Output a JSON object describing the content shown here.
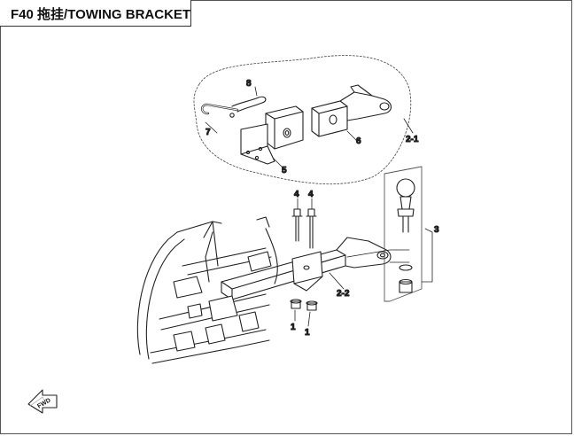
{
  "title": "F40 拖挂/TOWING BRACKET",
  "fwd_label": "FWD",
  "callouts": {
    "c1a": "1",
    "c1b": "1",
    "c2_1": "2-1",
    "c2_2": "2-2",
    "c3": "3",
    "c4a": "4",
    "c4b": "4",
    "c5": "5",
    "c6": "6",
    "c7": "7",
    "c8": "8"
  },
  "parts": [
    {
      "ref": "1",
      "icon": "flange-nut-icon"
    },
    {
      "ref": "2-1",
      "icon": "receiver-hitch-assembly-icon"
    },
    {
      "ref": "2-2",
      "icon": "tow-bar-icon"
    },
    {
      "ref": "3",
      "icon": "tow-ball-icon"
    },
    {
      "ref": "4",
      "icon": "flange-bolt-icon"
    },
    {
      "ref": "5",
      "icon": "receiver-bracket-icon"
    },
    {
      "ref": "6",
      "icon": "drawbar-icon"
    },
    {
      "ref": "7",
      "icon": "hitch-pin-icon"
    },
    {
      "ref": "8",
      "icon": "r-clip-icon"
    }
  ]
}
